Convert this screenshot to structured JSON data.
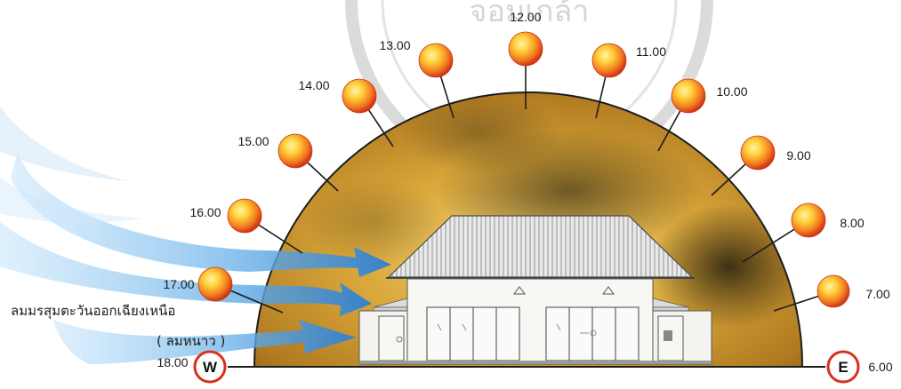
{
  "watermark_text": "จอมเกล้า",
  "sun_times": [
    "6.00",
    "7.00",
    "8.00",
    "9.00",
    "10.00",
    "11.00",
    "12.00",
    "13.00",
    "14.00",
    "15.00",
    "16.00",
    "17.00",
    "18.00"
  ],
  "wind_label": "ลมมรสุมตะวันออกเฉียงเหนือ",
  "wind_sublabel": "( ลมหนาว )",
  "west_label": "W",
  "east_label": "E",
  "colors": {
    "sun_core": "#ffcf3a",
    "sun_edge": "#e0421a",
    "dome_gold": "#d9a73a",
    "dome_dark": "#3a2c12",
    "wind_blue": "#3d8fd6"
  }
}
